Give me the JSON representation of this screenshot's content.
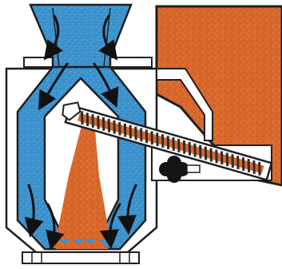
{
  "diagram": {
    "colors": {
      "granular_blue": "#3c92cc",
      "granular_blue_light": "#6fb7e6",
      "granular_orange": "#d9682c",
      "granular_orange_dark": "#b24d17",
      "outline": "#1f1f1f",
      "housing_fill": "#ffffff",
      "screw_flight": "#2b2b2b",
      "knob": "#141414"
    },
    "icons": {
      "flow_arrow": "curved-arrow-icon",
      "adjust_knob": "four-lobed-knob-icon",
      "feed_screw": "screw-conveyor-icon"
    },
    "components": [
      "top-inlet-hopper",
      "mixer-housing",
      "blue-flow-channels",
      "central-cone-divider",
      "orange-additive-hopper",
      "screw-feeder",
      "adjustment-knob",
      "base-outlet"
    ]
  }
}
